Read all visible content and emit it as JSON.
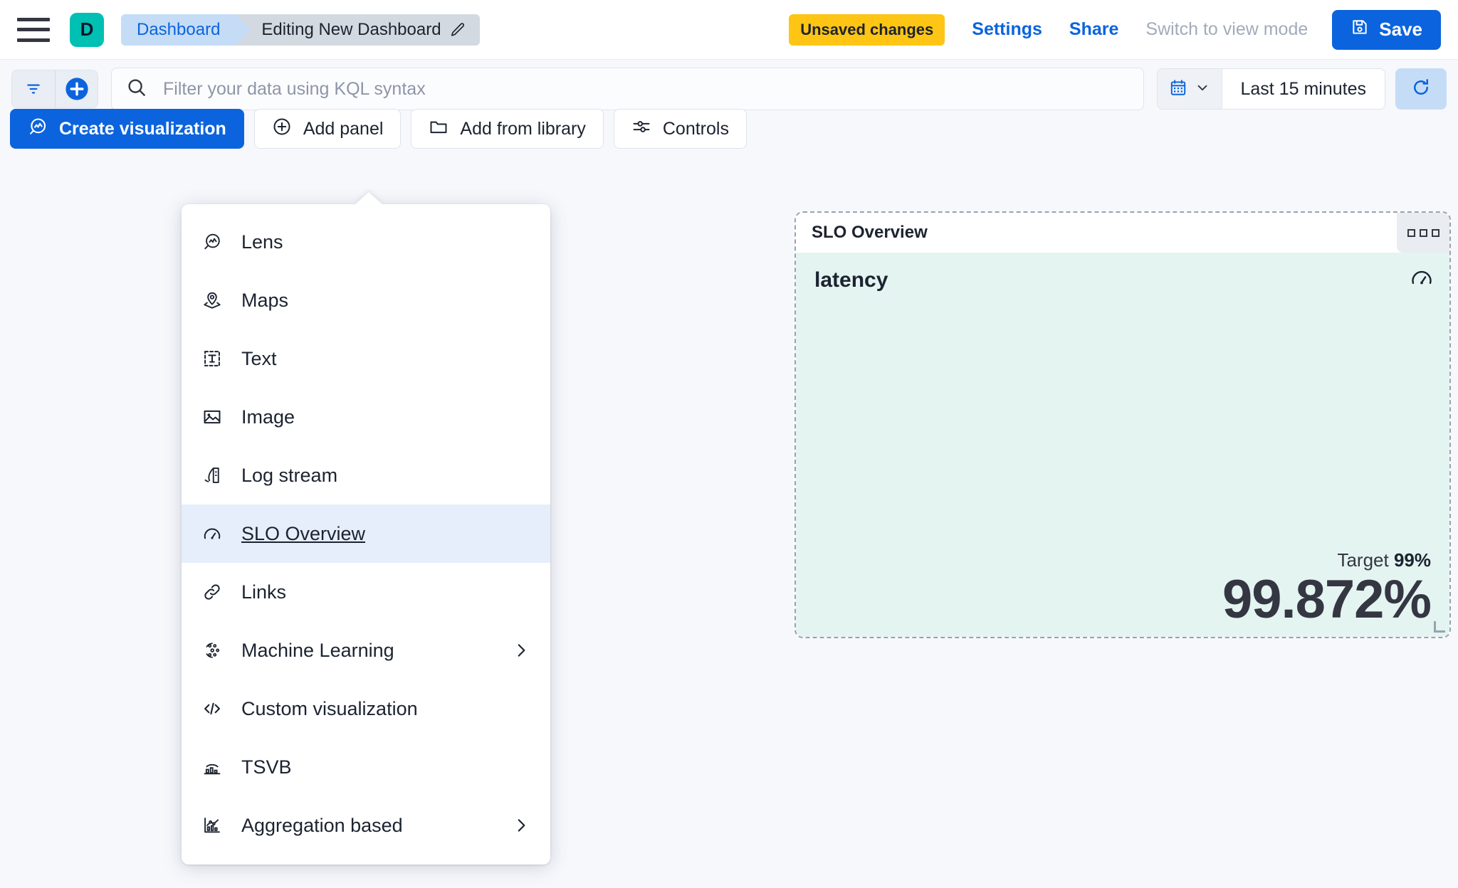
{
  "header": {
    "menu_icon": "hamburger-icon",
    "app_badge_letter": "D",
    "breadcrumb_root": "Dashboard",
    "breadcrumb_current": "Editing New Dashboard",
    "edit_icon": "pencil-icon",
    "unsaved_badge": "Unsaved changes",
    "settings_link": "Settings",
    "share_link": "Share",
    "view_mode_link": "Switch to view mode",
    "save_button": "Save",
    "save_icon": "save-disk-icon",
    "accent_blue": "#0b64dd",
    "warning_yellow": "#fec514",
    "teal": "#00bfb3"
  },
  "querybar": {
    "filter_icon": "filter-icon",
    "add_filter_icon": "plus-circle-icon",
    "search_icon": "search-icon",
    "search_placeholder": "Filter your data using KQL syntax",
    "search_value": "",
    "calendar_icon": "calendar-icon",
    "caret_icon": "chevron-down-icon",
    "time_range": "Last 15 minutes",
    "refresh_icon": "refresh-icon"
  },
  "toolbar": {
    "create_visualization": "Create visualization",
    "create_visualization_icon": "lens-icon",
    "add_panel": "Add panel",
    "add_panel_icon": "plus-circle-icon",
    "add_from_library": "Add from library",
    "add_from_library_icon": "folder-icon",
    "controls": "Controls",
    "controls_icon": "sliders-icon"
  },
  "add_panel_menu": {
    "open": true,
    "selected_index": 5,
    "items": [
      {
        "label": "Lens",
        "icon": "lens-icon",
        "has_submenu": false
      },
      {
        "label": "Maps",
        "icon": "map-marker-layers-icon",
        "has_submenu": false
      },
      {
        "label": "Text",
        "icon": "text-box-icon",
        "has_submenu": false
      },
      {
        "label": "Image",
        "icon": "image-icon",
        "has_submenu": false
      },
      {
        "label": "Log stream",
        "icon": "log-stream-icon",
        "has_submenu": false
      },
      {
        "label": "SLO Overview",
        "icon": "gauge-icon",
        "has_submenu": false
      },
      {
        "label": "Links",
        "icon": "link-icon",
        "has_submenu": false
      },
      {
        "label": "Machine Learning",
        "icon": "machine-learning-icon",
        "has_submenu": true
      },
      {
        "label": "Custom visualization",
        "icon": "code-icon",
        "has_submenu": false
      },
      {
        "label": "TSVB",
        "icon": "tsvb-chart-icon",
        "has_submenu": false
      },
      {
        "label": "Aggregation based",
        "icon": "aggregation-chart-icon",
        "has_submenu": true
      }
    ]
  },
  "slo_panel": {
    "title": "SLO Overview",
    "menu_icon": "panel-context-menu-icon",
    "metric_name": "latency",
    "gauge_icon": "gauge-icon",
    "target_label": "Target",
    "target_value": "99%",
    "sli_value": "99.872%",
    "background_color": "#e4f4f1",
    "resize_handle_icon": "resize-handle-icon"
  }
}
